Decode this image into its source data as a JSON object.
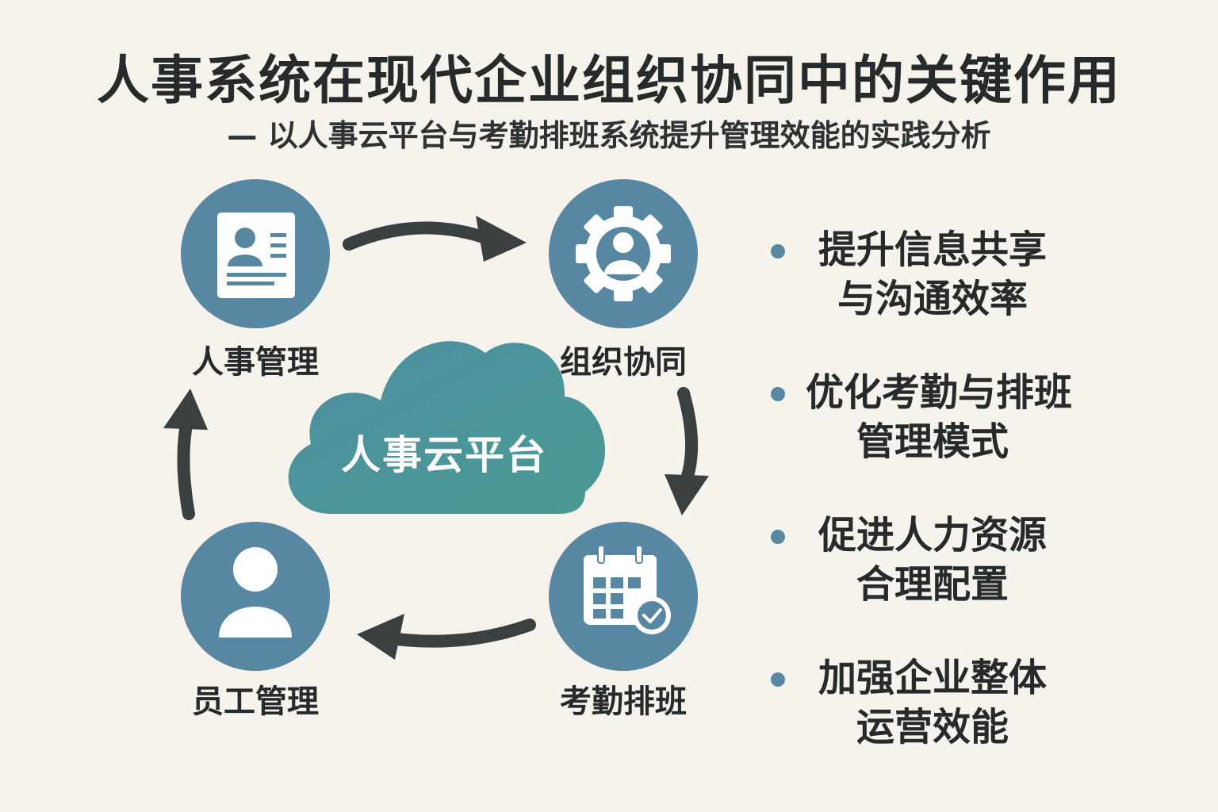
{
  "header": {
    "title": "人事系统在现代企业组织协同中的关键作用",
    "subtitle": "— 以人事云平台与考勤排班系统提升管理效能的实践分析"
  },
  "diagram": {
    "center": {
      "label": "人事云平台",
      "icon": "cloud-icon"
    },
    "nodes": [
      {
        "label": "人事管理",
        "icon": "id-card-icon"
      },
      {
        "label": "组织协同",
        "icon": "gear-person-icon"
      },
      {
        "label": "考勤排班",
        "icon": "calendar-check-icon"
      },
      {
        "label": "员工管理",
        "icon": "person-icon"
      }
    ]
  },
  "benefits": [
    {
      "line1": "提升信息共享",
      "line2": "与沟通效率"
    },
    {
      "line1": "优化考勤与排班",
      "line2": "管理模式"
    },
    {
      "line1": "促进人力资源",
      "line2": "合理配置"
    },
    {
      "line1": "加强企业整体",
      "line2": "运营效能"
    }
  ],
  "colors": {
    "background": "#f6f3ec",
    "node_fill": "#5787a1",
    "cloud_fill": "#4a9499",
    "arrow": "#3a3f40",
    "text": "#262a2b"
  }
}
